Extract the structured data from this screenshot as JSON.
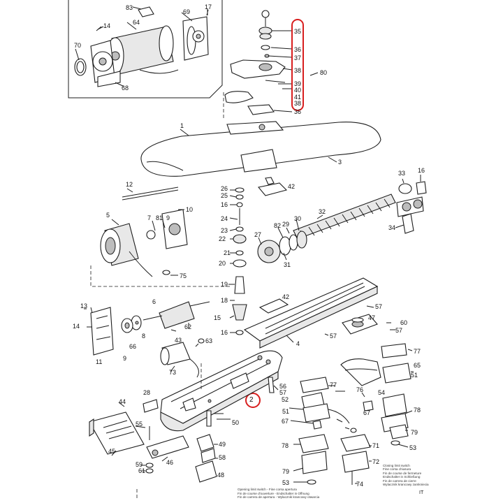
{
  "callouts": {
    "c1": "1",
    "c2": "2",
    "c3": "3",
    "c4": "4",
    "c5": "5",
    "c6": "6",
    "c7": "7",
    "c8": "8",
    "c9": "9",
    "c10": "10",
    "c11": "11",
    "c12": "12",
    "c13": "13",
    "c14": "14",
    "c15": "15",
    "c16": "16",
    "c16b": "16",
    "c16c": "16",
    "c17": "17",
    "c18": "18",
    "c19": "19",
    "c20": "20",
    "c21": "21",
    "c22": "22",
    "c23": "23",
    "c24": "24",
    "c25": "25",
    "c26": "26",
    "c27": "27",
    "c28": "28",
    "c29": "29",
    "c30": "30",
    "c31": "31",
    "c32": "32",
    "c33": "33",
    "c34": "34",
    "c35": "35",
    "c36": "36",
    "c36b": "36",
    "c37": "37",
    "c38": "38",
    "c38b": "38",
    "c39": "39",
    "c40": "40",
    "c41": "41",
    "c42": "42",
    "c42b": "42",
    "c43": "43",
    "c44": "44",
    "c45": "45",
    "c46": "46",
    "c47": "47",
    "c48": "48",
    "c49": "49",
    "c50": "50",
    "c51": "51",
    "c51b": "51",
    "c52": "52",
    "c53": "53",
    "c53b": "53",
    "c54": "54",
    "c55": "55",
    "c56": "56",
    "c57": "57",
    "c57b": "57",
    "c57c": "57",
    "c58": "58",
    "c59": "59",
    "c60": "60",
    "c61": "61",
    "c62": "62",
    "c63": "63",
    "c64": "64",
    "c65": "65",
    "c66": "66",
    "c67": "67",
    "c67b": "67",
    "c68": "68",
    "c69": "69",
    "c70": "70",
    "c71": "71",
    "c72": "72",
    "c73": "73",
    "c74": "74",
    "c75": "75",
    "c76": "76",
    "c77": "77",
    "c77b": "77",
    "c78": "78",
    "c78b": "78",
    "c79": "79",
    "c79b": "79",
    "c80": "80",
    "c81": "81",
    "c82": "82",
    "c83": "83"
  },
  "marked": {
    "part2": "2"
  },
  "caption_left": [
    "Opening limit switch - Fine corsa apertura",
    "Fin de course d'ouverture - Endschalter in Offnung",
    "Fin de carrera de apertura - Wylacznik krancowy otwarcia"
  ],
  "caption_right": [
    "Closing limit switch",
    "Fine corsa chiusura",
    "Fin de course de fermeture",
    "Endschalter in Schließung",
    "Fin de carrera de cierre",
    "Wylacznik krancowy zamkniecia"
  ],
  "page_ref": "IT",
  "highlight_color": "#d81e1e"
}
